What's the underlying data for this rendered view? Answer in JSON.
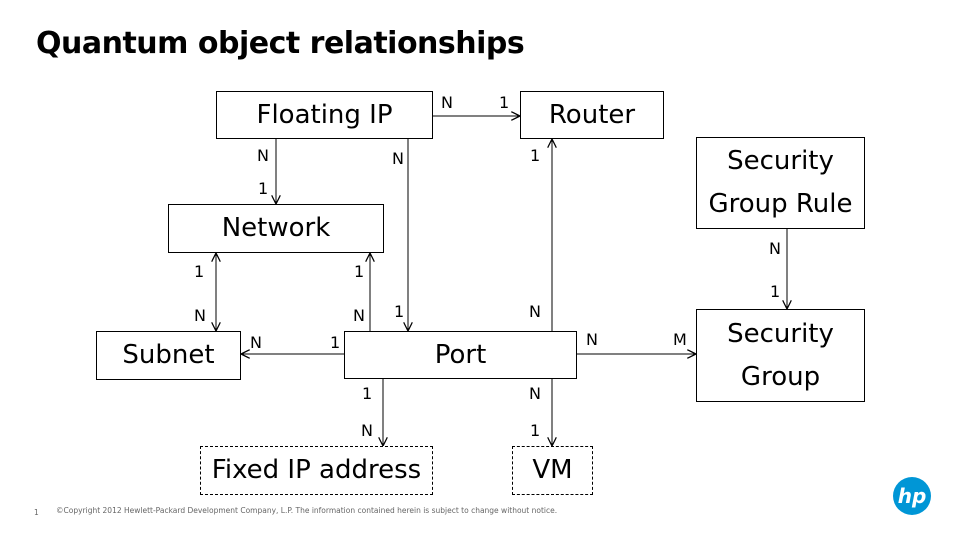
{
  "title": "Quantum object relationships",
  "nodes": {
    "floating_ip": "Floating IP",
    "router": "Router",
    "network": "Network",
    "security_group_rule": "Security Group Rule",
    "subnet": "Subnet",
    "port": "Port",
    "security_group": "Security Group",
    "fixed_ip": "Fixed IP address",
    "vm": "VM"
  },
  "edges": [
    {
      "from": "Floating IP",
      "to": "Router",
      "from_card": "N",
      "to_card": "1"
    },
    {
      "from": "Floating IP",
      "to": "Network",
      "from_card": "N",
      "to_card": "1"
    },
    {
      "from": "Floating IP",
      "to": "Port",
      "from_card": "N",
      "to_card": "1"
    },
    {
      "from": "Port",
      "to": "Router",
      "from_card": "N",
      "to_card": "1"
    },
    {
      "from": "Network",
      "to": "Subnet",
      "from_card": "1",
      "to_card": "N"
    },
    {
      "from": "Port",
      "to": "Network",
      "from_card": "N",
      "to_card": "1"
    },
    {
      "from": "Port",
      "to": "Subnet",
      "from_card": "1",
      "to_card": "N"
    },
    {
      "from": "Security Group Rule",
      "to": "Security Group",
      "from_card": "N",
      "to_card": "1"
    },
    {
      "from": "Port",
      "to": "Security Group",
      "from_card": "N",
      "to_card": "M"
    },
    {
      "from": "Port",
      "to": "Fixed IP address",
      "from_card": "1",
      "to_card": "N"
    },
    {
      "from": "Port",
      "to": "VM",
      "from_card": "N",
      "to_card": "1"
    }
  ],
  "footer": {
    "page_number": "1",
    "copyright": "©Copyright 2012 Hewlett-Packard Development Company, L.P.  The information contained herein is subject to change without notice.",
    "logo_text": "hp",
    "logo_color": "#0096d6"
  }
}
